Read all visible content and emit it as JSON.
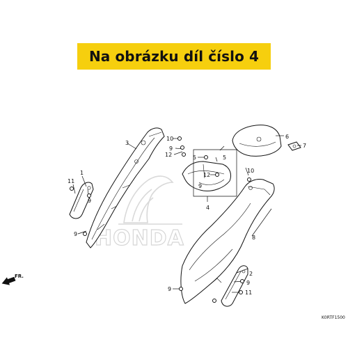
{
  "banner": {
    "text": "Na obrázku díl číslo 4"
  },
  "diagram": {
    "code": "K0RTF1500",
    "direction_label": "FR.",
    "watermark": "HONDA",
    "callouts": {
      "c1": "1",
      "c2": "2",
      "c3": "3",
      "c4": "4",
      "c5": "5",
      "c6": "6",
      "c7": "7",
      "c8": "8",
      "c9a": "9",
      "c9b": "9",
      "c9c": "9",
      "c9d": "9",
      "c9e": "9",
      "c9f": "9",
      "c10a": "10",
      "c10b": "10",
      "c11a": "11",
      "c11b": "11",
      "c12": "12",
      "c12b": "12"
    }
  }
}
